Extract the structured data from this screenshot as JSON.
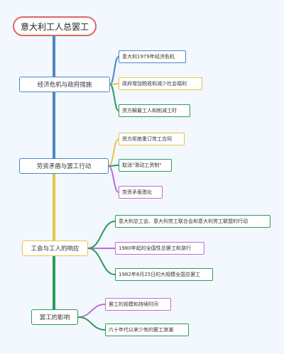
{
  "colors": {
    "background": "#f2f8fd",
    "trunk": "#4a86c8",
    "root_border": "#e06666"
  },
  "root": {
    "label": "意大利工人总罢工"
  },
  "branches": [
    {
      "label": "经济危机与政府措施",
      "color": "#4a86c8",
      "children": [
        {
          "label": "意大利1979年经济危机",
          "color": "#4a86c8"
        },
        {
          "label": "政府增加税收和减少社会福利",
          "color": "#e7c54a"
        },
        {
          "label": "资方解雇工人和削减工时",
          "color": "#2e9a5b"
        }
      ]
    },
    {
      "label": "劳资矛盾与罢工行动",
      "color": "#4a86c8",
      "children": [
        {
          "label": "资方拒绝重订劳工合同",
          "color": "#e7c54a"
        },
        {
          "label": "取消\"滑动工资制\"",
          "color": "#2e9a5b"
        },
        {
          "label": "劳资矛盾激化",
          "color": "#c46ad6"
        }
      ]
    },
    {
      "label": "工会与工人的响应",
      "color": "#e7c54a",
      "children": [
        {
          "label": "意大利总工会、意大利劳工联合会和意大利劳工联盟的行动",
          "color": "#2e9a5b"
        },
        {
          "label": "1980年起的全国性总罢工和游行",
          "color": "#c46ad6"
        },
        {
          "label": "1982年6月25日的大规模全国总罢工",
          "color": "#2e9a5b"
        }
      ]
    },
    {
      "label": "罢工的影响",
      "color": "#2e9a5b",
      "children": [
        {
          "label": "罢工的规模和持续时间",
          "color": "#c46ad6"
        },
        {
          "label": "六十年代以来少有的罢工浪潮",
          "color": "#2e9a5b"
        }
      ]
    }
  ]
}
